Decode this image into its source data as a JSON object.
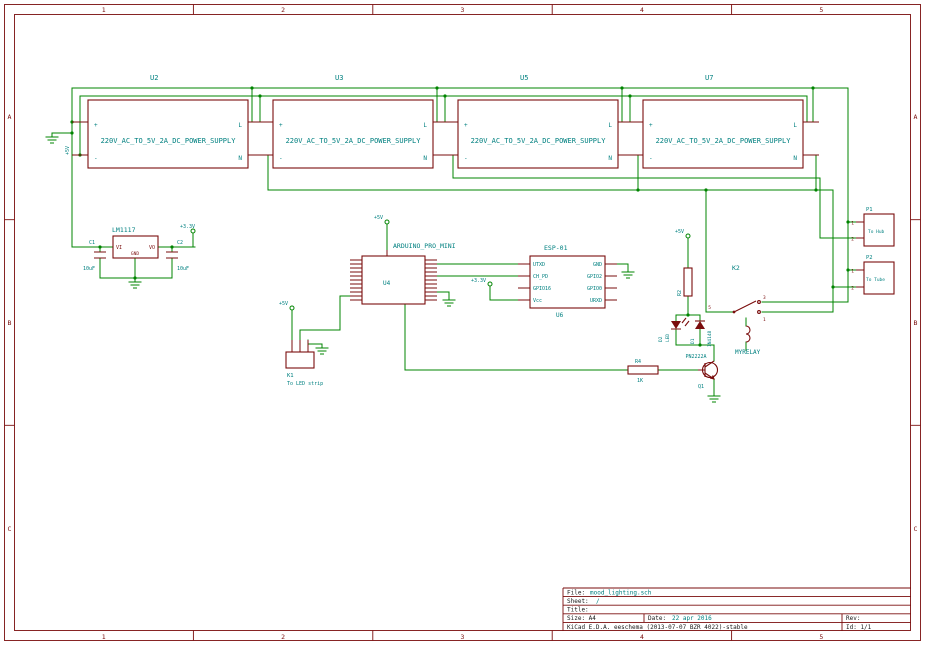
{
  "frame": {
    "columns": [
      "1",
      "2",
      "3",
      "4",
      "5"
    ],
    "rows": [
      "A",
      "B",
      "C"
    ]
  },
  "power_supplies": {
    "value": "220V_AC_TO_5V_2A_DC_POWER_SUPPLY",
    "pins": {
      "plus": "+",
      "live": "L",
      "minus": "-",
      "neutral": "N"
    },
    "units": [
      {
        "ref": "U2"
      },
      {
        "ref": "U3"
      },
      {
        "ref": "U5"
      },
      {
        "ref": "U7"
      }
    ]
  },
  "regulator": {
    "value": "LM1117",
    "pin_vi": "VI",
    "pin_vo": "VO",
    "pin_gnd": "GND"
  },
  "cap1": {
    "ref": "C1",
    "value": "10uF"
  },
  "cap2": {
    "ref": "C2",
    "value": "10uF"
  },
  "arduino": {
    "ref": "U4",
    "value": "ARDUINO_PRO_MINI"
  },
  "esp": {
    "ref": "U6",
    "value": "ESP-01",
    "pins_left": [
      "UTXD",
      "CH_PD",
      "GPIO16",
      "Vcc"
    ],
    "pins_right": [
      "GND",
      "GPIO2",
      "GPIO0",
      "URXD"
    ]
  },
  "relay": {
    "ref": "K2",
    "value": "MYRELAY",
    "pin5": "5",
    "pin3": "3",
    "pin1": "1"
  },
  "r2": {
    "ref": "R2"
  },
  "r4": {
    "ref": "R4",
    "value": "1K"
  },
  "led": {
    "ref": "D2",
    "value": "LED"
  },
  "diode": {
    "ref": "D1",
    "value": "1N4148"
  },
  "transistor": {
    "ref": "Q1",
    "value": "PN2222A"
  },
  "conn_hub": {
    "ref": "P1",
    "label": "To Hub",
    "pin1": "1",
    "pin2": "2"
  },
  "conn_tube": {
    "ref": "P2",
    "label": "To Tube",
    "pin1": "1",
    "pin2": "2"
  },
  "conn_led": {
    "ref": "K1",
    "label": "To LED strip"
  },
  "power": {
    "p5v": "+5V",
    "p3v3": "+3.3V"
  },
  "title_block": {
    "file_label": "File:",
    "file_value": "mood_lighting.sch",
    "sheet_label": "Sheet:",
    "sheet_value": "/",
    "title_label": "Title:",
    "size_label": "Size: A4",
    "date_label": "Date:",
    "date_value": "22 apr 2016",
    "rev_label": "Rev:",
    "tool": "KiCad E.D.A.  eeschema (2013-07-07 BZR 4022)-stable",
    "id_label": "Id: 1/1"
  }
}
